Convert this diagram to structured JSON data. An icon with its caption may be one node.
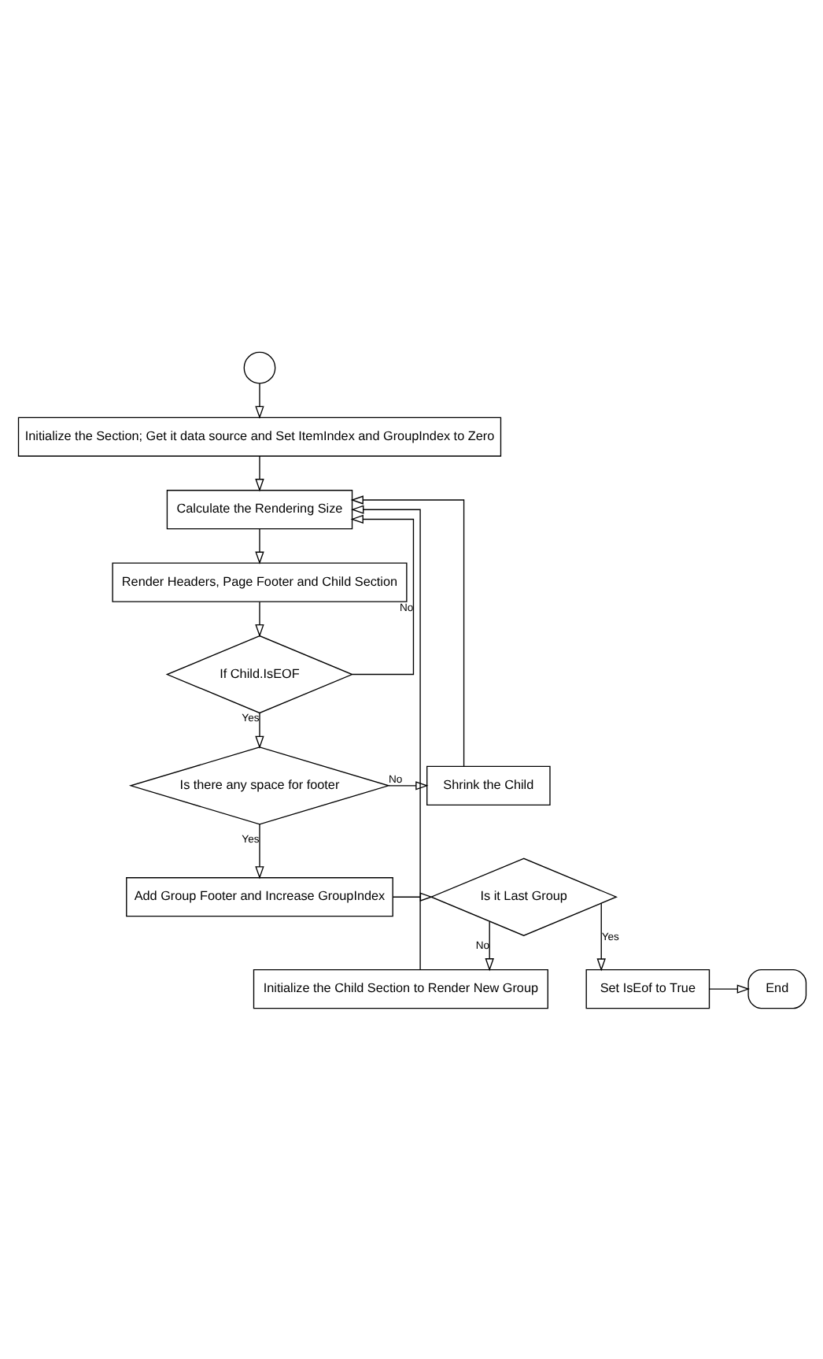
{
  "diagram": {
    "nodes": [
      {
        "text": [],
        "shape": "circle"
      },
      {
        "text": [
          "Initialize the Section; Get it data source and Set ItemIndex and GroupIndex to Zero"
        ]
      },
      {
        "text": [
          "Calculate the Rendering Size"
        ]
      },
      {
        "text": [
          "Render Headers, Page Footer and Child Section"
        ]
      },
      {
        "text": [
          "If Child.IsEOF"
        ]
      },
      {
        "text": [
          "Is there any space for footer"
        ]
      },
      {
        "text": [
          "Shrink the Child"
        ]
      },
      {
        "text": [
          "Initialize the Child Section to Render New Group"
        ]
      },
      {
        "text": [
          "Add Group Footer and Increase GroupIndex"
        ]
      },
      {
        "text": [
          "Is it Last Group"
        ]
      },
      {
        "text": [
          "Set IsEof to True"
        ]
      },
      {
        "text": [
          "End"
        ]
      }
    ],
    "edges": [
      {
        "from": 0,
        "to": 1,
        "arrow": "to"
      },
      {
        "from": 1,
        "to": 2,
        "arrow": "to"
      },
      {
        "from": 2,
        "to": 3,
        "arrow": "to"
      },
      {
        "from": 3,
        "to": 4,
        "arrow": "to"
      },
      {
        "from": 4,
        "to": 2,
        "arrow": "to",
        "label": "No"
      },
      {
        "from": 4,
        "to": 5,
        "arrow": "to",
        "label": "Yes"
      },
      {
        "from": 5,
        "to": 6,
        "arrow": "to",
        "label": "No"
      },
      {
        "from": 6,
        "to": 2,
        "arrow": "to"
      },
      {
        "from": 5,
        "to": 8,
        "arrow": "to",
        "label": "Yes"
      },
      {
        "from": 8,
        "to": 9,
        "arrow": "to"
      },
      {
        "from": 9,
        "to": 7,
        "arrow": "to",
        "label": "No"
      },
      {
        "from": 7,
        "to": 2,
        "arrow": "to"
      },
      {
        "from": 9,
        "to": 10,
        "arrow": "to",
        "label": "Yes"
      },
      {
        "from": 10,
        "to": 11,
        "arrow": "to"
      }
    ]
  }
}
